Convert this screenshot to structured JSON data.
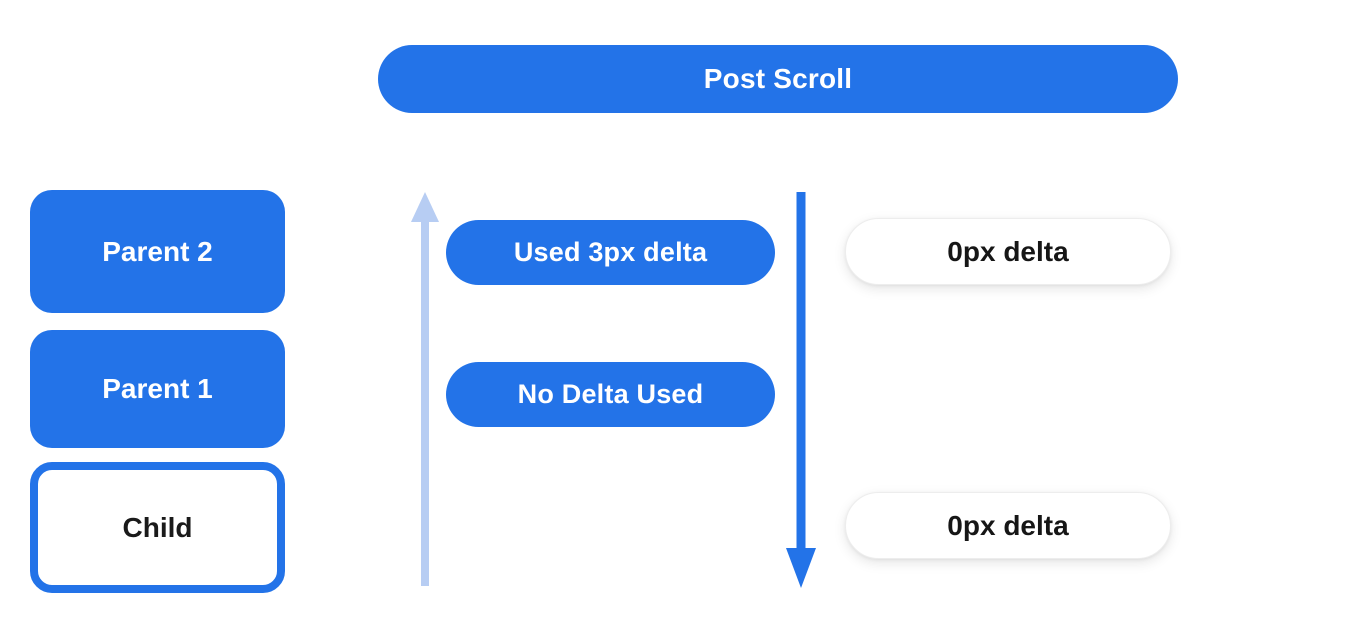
{
  "colors": {
    "blue": "#2373e8",
    "light_blue": "#b7cdf3",
    "text_dark": "#161616",
    "background": "#ffffff"
  },
  "header": {
    "label": "Post Scroll"
  },
  "left_stack": {
    "boxes": [
      {
        "label": "Parent 2"
      },
      {
        "label": "Parent 1"
      },
      {
        "label": "Child"
      }
    ]
  },
  "middle": {
    "pills": [
      {
        "label": "Used 3px delta"
      },
      {
        "label": "No Delta Used"
      }
    ],
    "icons": [
      {
        "name": "up-arrow-icon",
        "color": "#b7cdf3"
      },
      {
        "name": "down-arrow-icon",
        "color": "#2373e8"
      }
    ]
  },
  "right": {
    "pills": [
      {
        "label": "0px delta"
      },
      {
        "label": "0px delta"
      }
    ]
  }
}
